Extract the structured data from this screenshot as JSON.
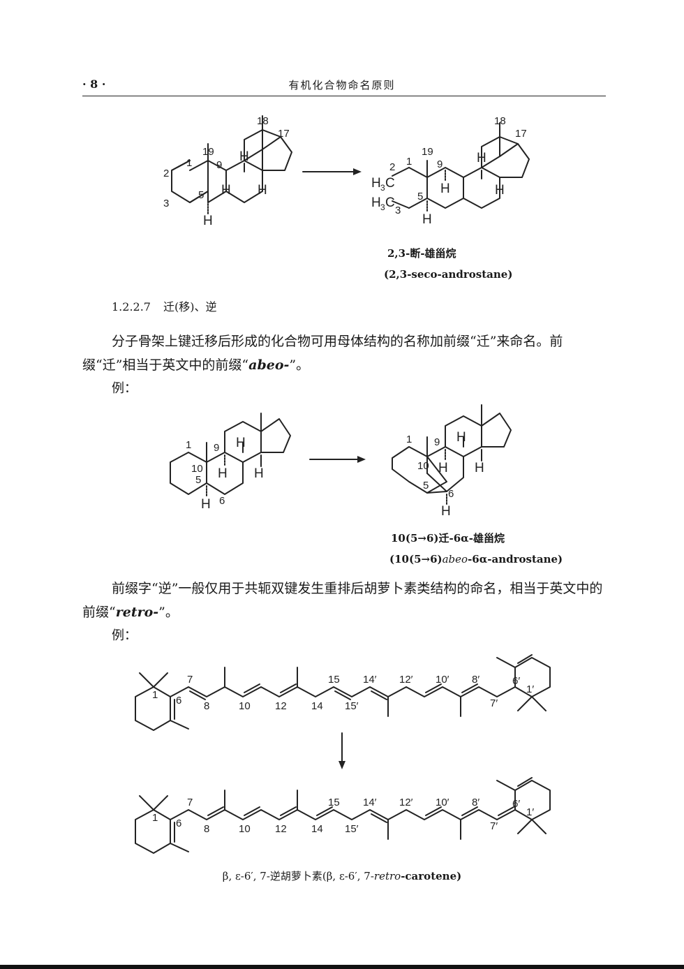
{
  "header": {
    "page_number": "· 8 ·",
    "running_title": "有机化合物命名原则"
  },
  "figure1": {
    "caption_cn": "2,3-断-雄甾烷",
    "caption_en": "(2,3-seco-androstane)"
  },
  "section": {
    "number": "1.2.2.7",
    "title": "迁(移)、逆"
  },
  "paragraph1": {
    "text_a": "分子骨架上键迁移后形成的化合物可用母体结构的名称加前缀“迁”来命名。前缀“迁”相当于英文中的前缀“",
    "term": "abeo-",
    "text_b": "”。"
  },
  "example_label_1": "例：",
  "figure2": {
    "caption_cn": "10(5→6)迁-6α-雄甾烷",
    "caption_en_a": "(10(5→6)",
    "caption_en_term": "abeo",
    "caption_en_b": "-6α-androstane)"
  },
  "paragraph2": {
    "text_a": "前缀字“逆”一般仅用于共轭双键发生重排后胡萝卜素类结构的命名，相当于英文中的前缀“",
    "term": "retro-",
    "text_b": "”。"
  },
  "example_label_2": "例：",
  "figure3": {
    "caption_a": "β, ε-6′, 7-逆胡萝卜素(β, ε-6′, 7-",
    "caption_term": "retro",
    "caption_b": "-carotene)"
  },
  "atom_labels": {
    "n1": "1",
    "n2": "2",
    "n3": "3",
    "n5": "5",
    "n6": "6",
    "n7": "7",
    "n8": "8",
    "n9": "9",
    "n10": "10",
    "n12": "12",
    "n14": "14",
    "n15": "15",
    "n17": "17",
    "n18": "18",
    "n19": "19",
    "n1p": "1′",
    "n6p": "6′",
    "n7p": "7′",
    "n8p": "8′",
    "n10p": "10′",
    "n12p": "12′",
    "n14p": "14′",
    "n15p": "15′",
    "H": "H",
    "C": "C"
  }
}
